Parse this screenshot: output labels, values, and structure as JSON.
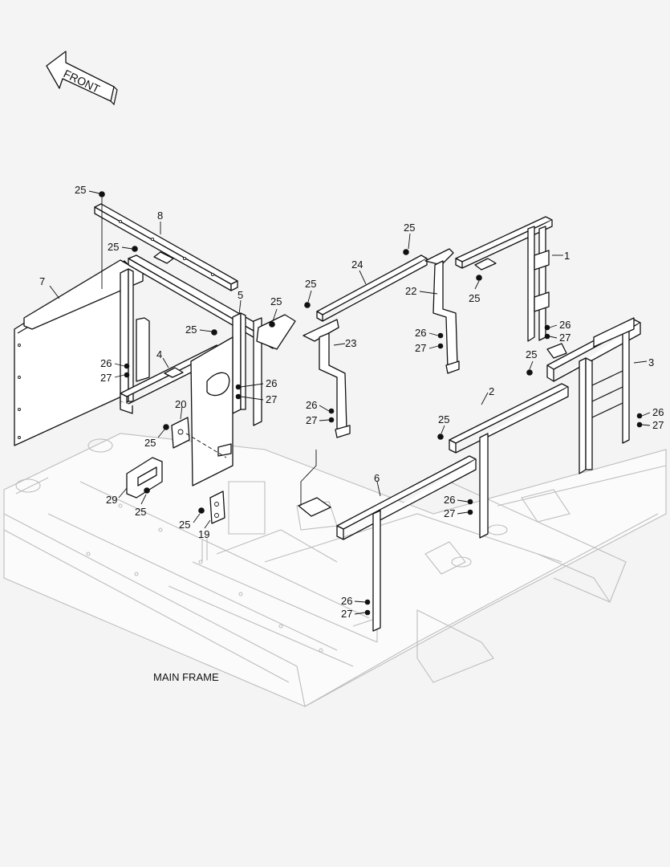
{
  "front_label": "FRONT",
  "main_frame_label": "MAIN FRAME",
  "callouts": {
    "c1": "1",
    "c2": "2",
    "c3": "3",
    "c4": "4",
    "c5": "5",
    "c6": "6",
    "c7": "7",
    "c8": "8",
    "c19": "19",
    "c20": "20",
    "c22": "22",
    "c23": "23",
    "c24": "24",
    "c29": "29",
    "c25_a": "25",
    "c25_b": "25",
    "c25_c": "25",
    "c25_d": "25",
    "c25_e": "25",
    "c25_f": "25",
    "c25_g": "25",
    "c25_h": "25",
    "c25_i": "25",
    "c25_j": "25",
    "c25_k": "25",
    "c25_l": "25",
    "c26_a": "26",
    "c26_b": "26",
    "c26_c": "26",
    "c26_d": "26",
    "c26_e": "26",
    "c26_f": "26",
    "c26_g": "26",
    "c26_h": "26",
    "c27_a": "27",
    "c27_b": "27",
    "c27_c": "27",
    "c27_d": "27",
    "c27_e": "27",
    "c27_f": "27",
    "c27_g": "27",
    "c27_h": "27"
  }
}
